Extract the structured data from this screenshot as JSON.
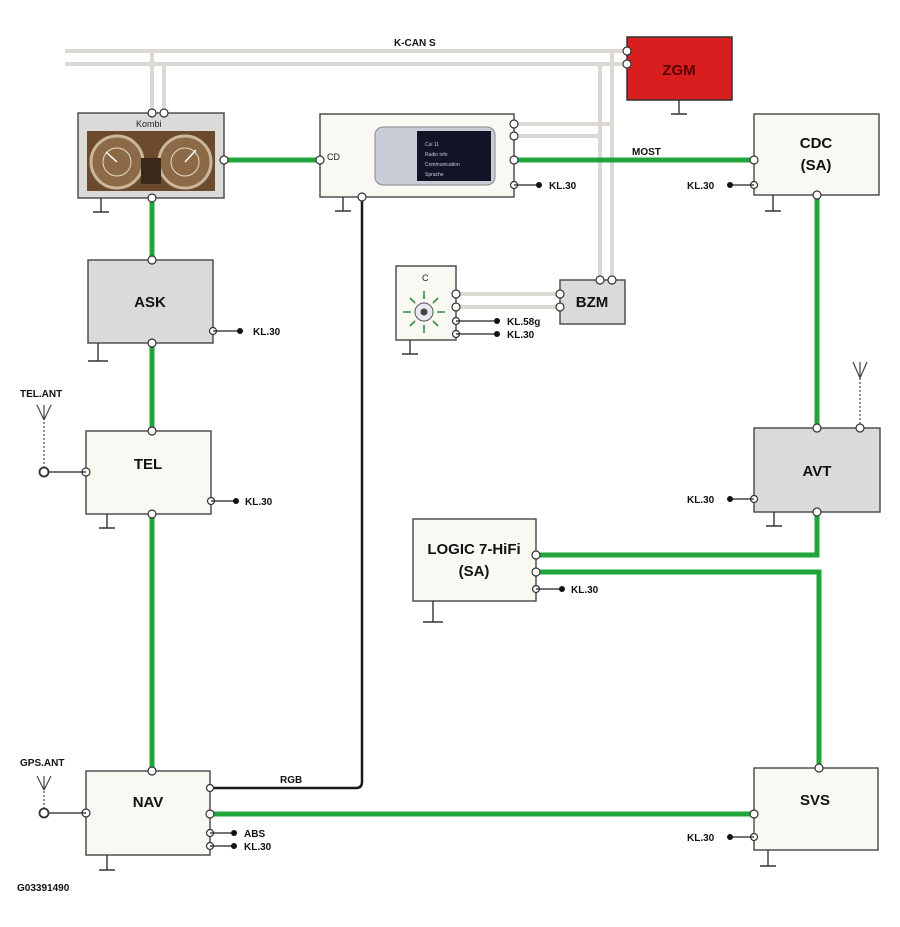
{
  "buses": {
    "kcan": "K-CAN S",
    "most": "MOST",
    "rgb": "RGB"
  },
  "modules": {
    "zgm": "ZGM",
    "kombi": "Kombi",
    "cd": "CD",
    "cdc_line1": "CDC",
    "cdc_line2": "(SA)",
    "ask": "ASK",
    "bzm": "BZM",
    "controller": "C",
    "tel": "TEL",
    "avt": "AVT",
    "logic_line1": "LOGIC 7-HiFi",
    "logic_line2": "(SA)",
    "nav": "NAV",
    "svs": "SVS"
  },
  "terminals": {
    "cd_kl30": "KL.30",
    "cdc_kl30": "KL.30",
    "ask_kl30": "KL.30",
    "bzm_kl58g": "KL.58g",
    "bzm_kl30": "KL.30",
    "tel_kl30": "KL.30",
    "avt_kl30": "KL.30",
    "logic_kl30": "KL.30",
    "nav_abs": "ABS",
    "nav_kl30": "KL.30",
    "svs_kl30": "KL.30"
  },
  "antennas": {
    "tel": "TEL.ANT",
    "gps": "GPS.ANT"
  },
  "screen_text": {
    "row1": "Cui 11",
    "row2": "Radio info",
    "row3": "Communication",
    "row4": "Sprache"
  },
  "figure_id": "G03391490",
  "colors": {
    "most": "#1fa53a",
    "zgm": "#d81e1e",
    "bus": "#dcd9d4"
  }
}
